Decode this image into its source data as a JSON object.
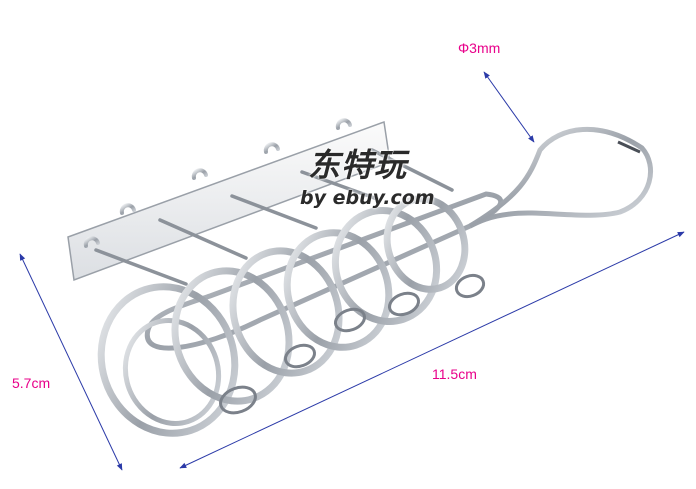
{
  "dimensions": {
    "diameter": "Φ3mm",
    "height": "5.7cm",
    "length": "11.5cm"
  },
  "watermark": {
    "brand": "东特玩",
    "site": "by ebuy.com"
  },
  "colors": {
    "dimension_text": "#e8008a",
    "dimension_line": "#2b3aa8",
    "metal_dark": "#4a4f57",
    "metal_light": "#e9ecef"
  }
}
